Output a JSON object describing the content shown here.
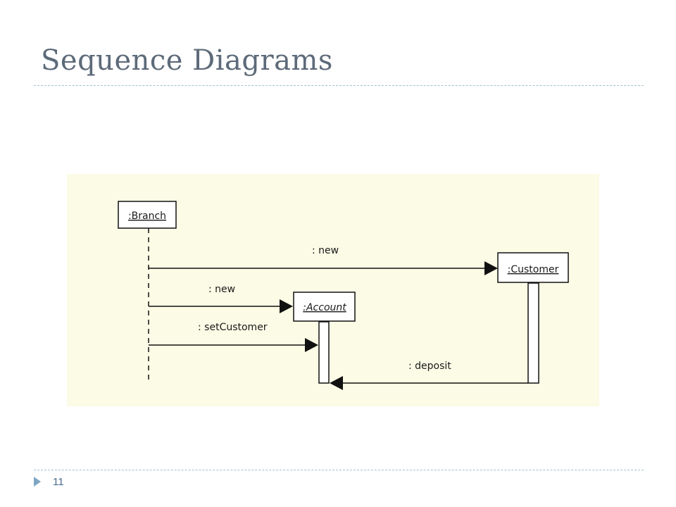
{
  "slide": {
    "title": "Sequence Diagrams",
    "page_number": "11"
  },
  "diagram": {
    "background_color": "#fbfbe6",
    "objects": {
      "branch": {
        "label": ":Branch",
        "italic": false
      },
      "account": {
        "label": ":Account",
        "italic": true
      },
      "customer": {
        "label": ":Customer",
        "italic": false
      }
    },
    "messages": [
      {
        "from": "branch",
        "to": "customer",
        "label": ": new"
      },
      {
        "from": "branch",
        "to": "account",
        "label": ": new"
      },
      {
        "from": "branch",
        "to": "account",
        "label": ": setCustomer"
      },
      {
        "from": "customer",
        "to": "account",
        "label": ": deposit"
      }
    ]
  },
  "footer": {
    "marker_icon": "triangle-right-icon"
  }
}
